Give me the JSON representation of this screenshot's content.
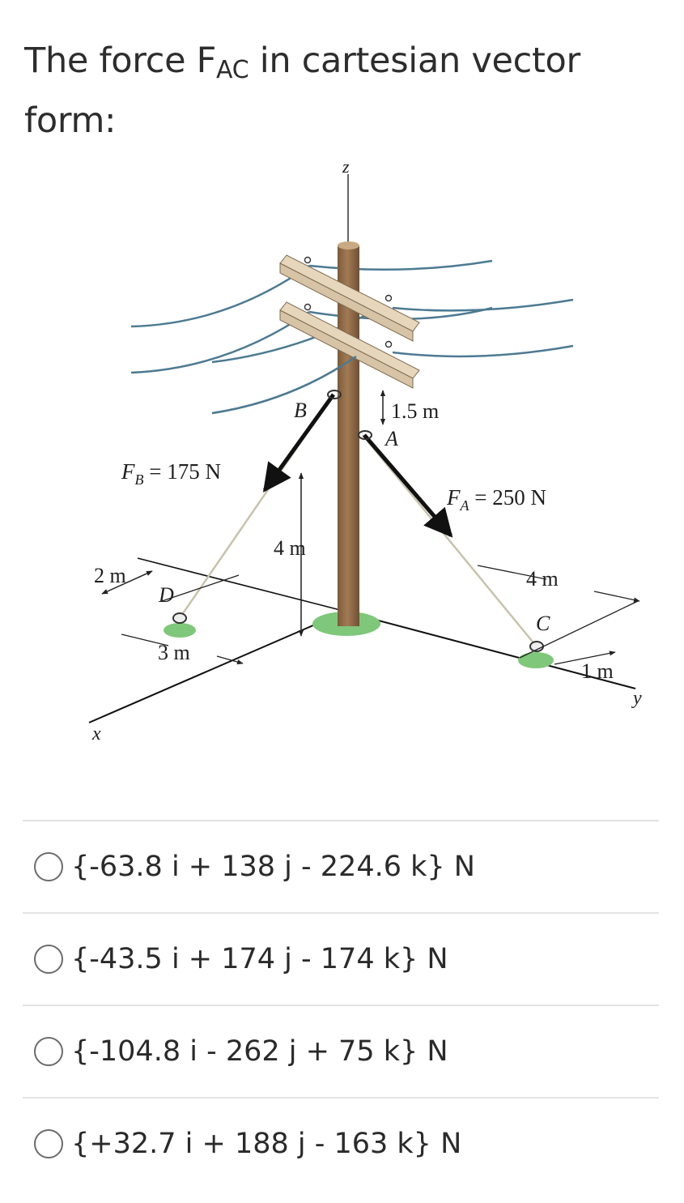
{
  "question": {
    "prefix": "The force F",
    "subscript": "AC",
    "suffix": " in cartesian vector form:"
  },
  "figure": {
    "labels": {
      "z_axis": "z",
      "x_axis": "x",
      "y_axis": "y",
      "point_a": "A",
      "point_b": "B",
      "point_c": "C",
      "point_d": "D",
      "dim_1_5": "1.5 m",
      "dim_4_vertical": "4 m",
      "dim_2": "2 m",
      "dim_3": "3 m",
      "dim_4_y": "4 m",
      "dim_1": "1 m",
      "force_b_symbol": "F",
      "force_b_sub": "B",
      "force_b_value": " = 175 N",
      "force_a_symbol": "F",
      "force_a_sub": "A",
      "force_a_value": " = 250 N"
    },
    "colors": {
      "pole": "#a27b55",
      "crossarm": "#d7c4a6",
      "wire": "#4d7a92",
      "grass": "#7fc77a",
      "cable": "#c9c2ad"
    }
  },
  "options": [
    {
      "label": "{-63.8 i + 138 j - 224.6 k} N"
    },
    {
      "label": "{-43.5 i + 174 j - 174 k} N"
    },
    {
      "label": "{-104.8 i - 262 j + 75 k} N"
    },
    {
      "label": "{+32.7 i + 188 j - 163 k} N"
    }
  ]
}
